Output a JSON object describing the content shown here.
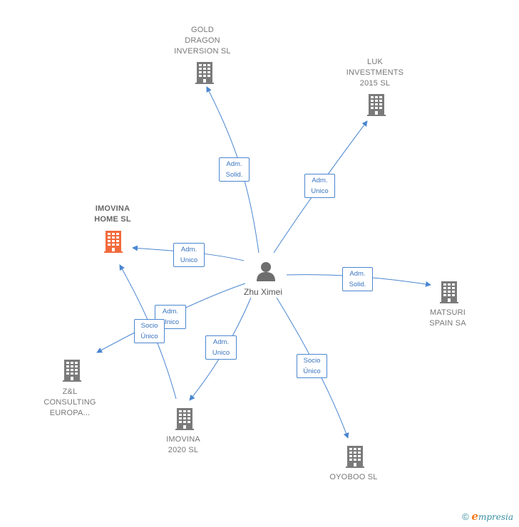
{
  "person": {
    "name": "Zhu Ximei"
  },
  "colors": {
    "edge": "#4a86d0",
    "node": "#7a7a7a",
    "main_node": "#f26a3b"
  },
  "companies": [
    {
      "id": "gold-dragon",
      "label": "GOLD\nDRAGON\nINVERSION  SL",
      "main": false
    },
    {
      "id": "luk",
      "label": "LUK\nINVESTMENTS\n2015  SL",
      "main": false
    },
    {
      "id": "imovina-home",
      "label": "IMOVINA\nHOME  SL",
      "main": true
    },
    {
      "id": "matsuri",
      "label": "MATSURI\nSPAIN SA",
      "main": false
    },
    {
      "id": "zl",
      "label": "Z&L\nCONSULTING\nEUROPA...",
      "main": false
    },
    {
      "id": "imovina-2020",
      "label": "IMOVINA\n2020  SL",
      "main": false
    },
    {
      "id": "oyoboo",
      "label": "OYOBOO SL",
      "main": false
    }
  ],
  "roles": [
    {
      "id": "r-gold",
      "line1": "Adm.",
      "line2": "Solid."
    },
    {
      "id": "r-luk",
      "line1": "Adm.",
      "line2": "Unico"
    },
    {
      "id": "r-home",
      "line1": "Adm.",
      "line2": "Unico"
    },
    {
      "id": "r-matsuri",
      "line1": "Adm.",
      "line2": "Solid."
    },
    {
      "id": "r-zl",
      "line1": "Adm.",
      "line2": "Unico"
    },
    {
      "id": "r-2020",
      "line1": "Adm.",
      "line2": "Unico"
    },
    {
      "id": "r-oyoboo",
      "line1": "Socio",
      "line2": "Único"
    },
    {
      "id": "r-socio-home",
      "line1": "Socio",
      "line2": "Único"
    }
  ],
  "footer": {
    "symbol": "©",
    "brand_first": "e",
    "brand_rest": "mpresia"
  }
}
